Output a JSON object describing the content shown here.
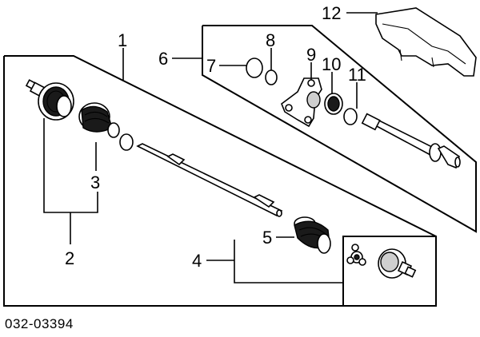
{
  "diagram": {
    "part_code": "032-03394",
    "callouts": {
      "c1": "1",
      "c2": "2",
      "c3": "3",
      "c4": "4",
      "c5": "5",
      "c6": "6",
      "c7": "7",
      "c8": "8",
      "c9": "9",
      "c10": "10",
      "c11": "11",
      "c12": "12"
    }
  }
}
